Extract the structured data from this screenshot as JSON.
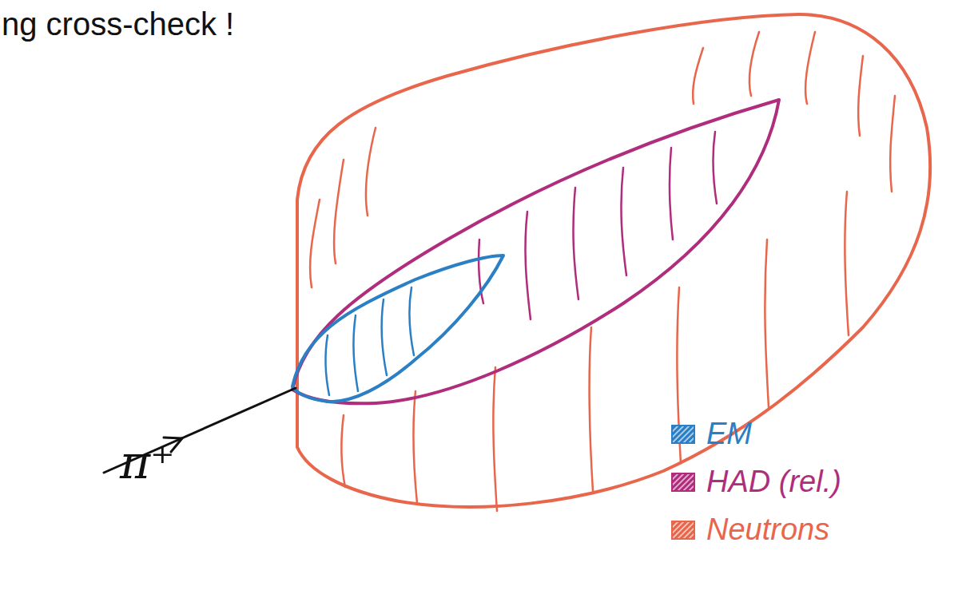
{
  "diagram": {
    "title": "ng cross-check !",
    "labels": [
      "π⁺"
    ],
    "legend": [
      {
        "text": "EM",
        "color": "#2b7fc4"
      },
      {
        "text": "HAD (rel.)",
        "color": "#b02c7c"
      },
      {
        "text": "Neutrons",
        "color": "#e8664c"
      }
    ]
  }
}
